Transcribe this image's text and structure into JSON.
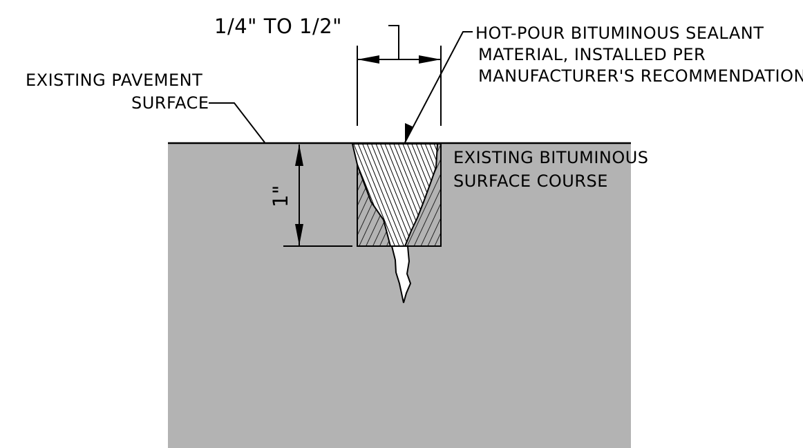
{
  "labels": {
    "width_dimension": "1/4\" TO 1/2\"",
    "sealant_line1": "HOT-POUR BITUMINOUS SEALANT",
    "sealant_line2": "MATERIAL, INSTALLED PER",
    "sealant_line3": "MANUFACTURER'S RECOMMENDATION",
    "pavement_line1": "EXISTING PAVEMENT",
    "pavement_line2": "SURFACE",
    "course_line1": "EXISTING BITUMINOUS",
    "course_line2": "SURFACE COURSE",
    "depth_dimension": "1\""
  },
  "colors": {
    "pavement": "#b3b3b3",
    "line": "#000000",
    "background": "#ffffff"
  }
}
